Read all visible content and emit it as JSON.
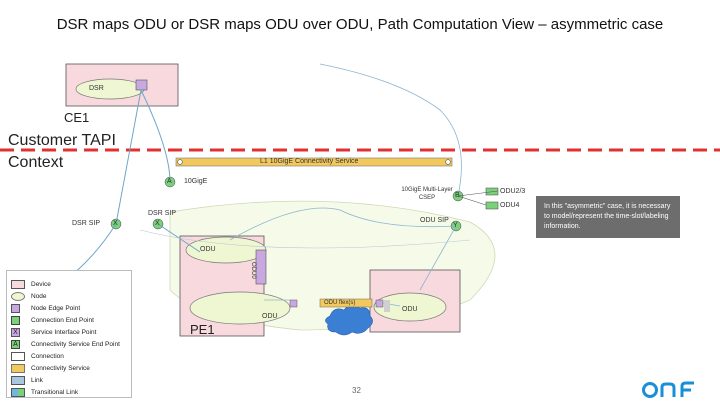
{
  "title": "DSR maps ODU or DSR maps ODU over ODU, Path Computation View – asymmetric case",
  "customer_context": "Customer TAPI Context",
  "nodes": {
    "ce1": "CE1",
    "pe1": "PE1",
    "dsr": "DSR",
    "odu_upper": "ODU",
    "odu_lower": "ODU",
    "odu_right": "ODU",
    "odu_flex": "ODU flex(s)"
  },
  "connectivity_service": "L1 10GigE Connectivity Service",
  "labels": {
    "a_endpoint": "A",
    "tengige": "10GigE",
    "b_endpoint": "B",
    "tengige_csep": "10GigE Multi-Layer CSEP",
    "dsr_sip_left": "DSR SIP",
    "dsr_sip_mid": "DSR SIP",
    "odu_sip": "ODU SIP",
    "sip_x_left": "X",
    "sip_x_mid": "X",
    "sip_y": "Y",
    "odu23": "ODU2/3",
    "odu4": "ODU4",
    "vertical_odu": "ODU0"
  },
  "note": "In this \"asymmetric\" case, it is necessary to model/represent the time-slot/labeling information.",
  "legend": [
    {
      "label": "Device",
      "icon": "device-icon"
    },
    {
      "label": "Node",
      "icon": "node-icon"
    },
    {
      "label": "Node Edge Point",
      "icon": "nep-icon"
    },
    {
      "label": "Connection End Point",
      "icon": "cep-icon"
    },
    {
      "label": "Service Interface Point",
      "icon": "sip-icon",
      "glyph": "X"
    },
    {
      "label": "Connectivity Service End Point",
      "icon": "csep-icon",
      "glyph": "A"
    },
    {
      "label": "Connection",
      "icon": "connection-icon"
    },
    {
      "label": "Connectivity Service",
      "icon": "connectivity-service-icon"
    },
    {
      "label": "Link",
      "icon": "link-icon"
    },
    {
      "label": "Transitional Link",
      "icon": "transitional-link-icon"
    }
  ],
  "page_number": "32",
  "logo": "onf",
  "colors": {
    "device_fill": "#f7d9de",
    "node_fill": "#eef6d2",
    "nep_fill": "#c8a8e0",
    "cep_fill": "#7ad17a",
    "connectivity_service_fill": "#f2c95c",
    "boundary": "#e03030",
    "cloud": "#3b7fd4",
    "logo_blue": "#1a8fd8"
  }
}
